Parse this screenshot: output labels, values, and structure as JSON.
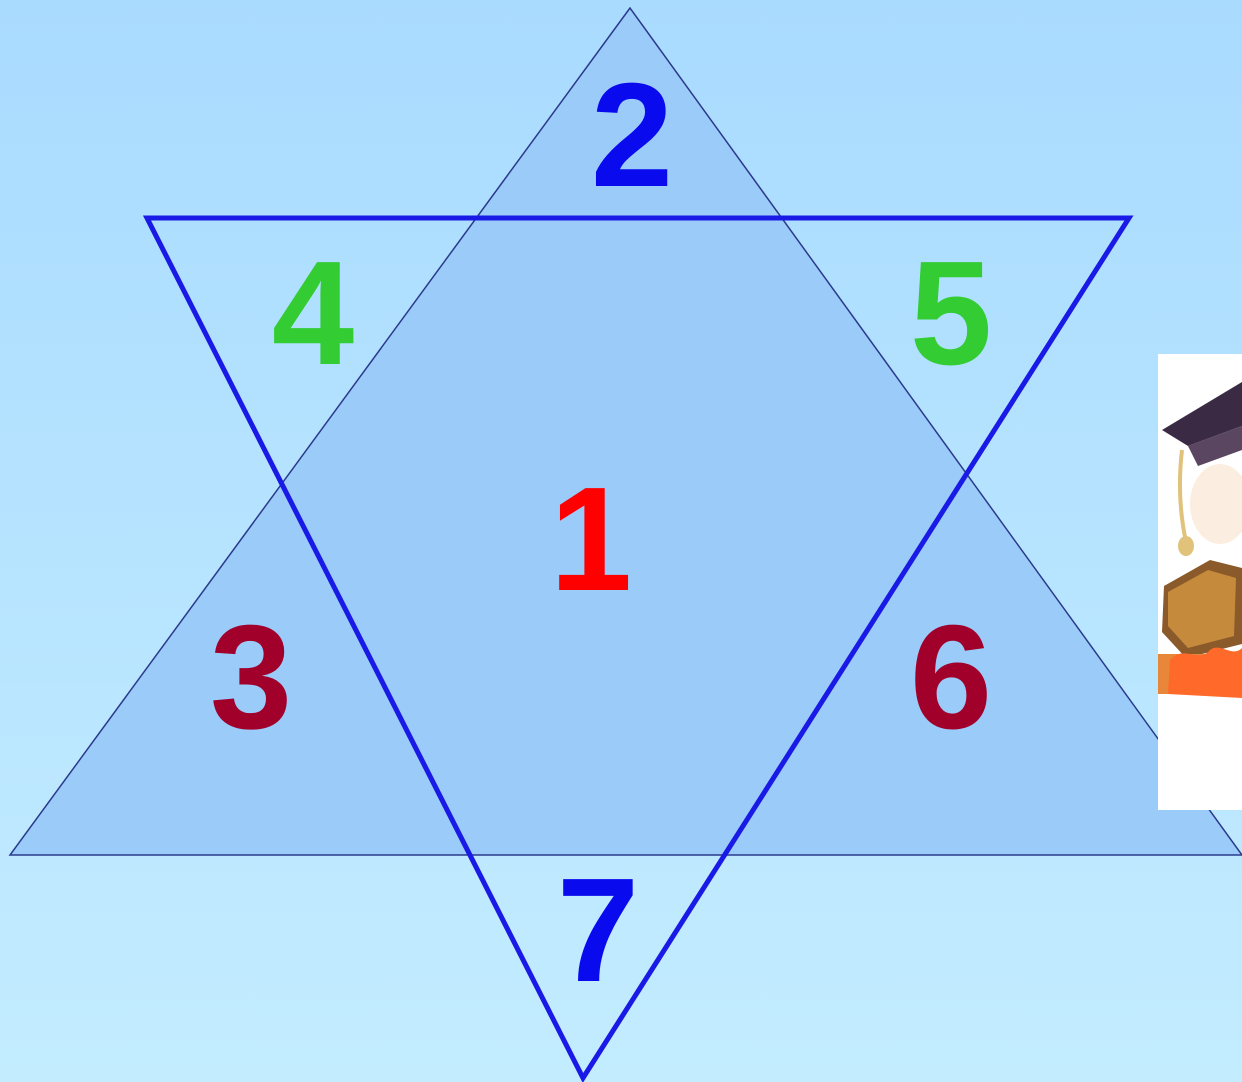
{
  "colors": {
    "background_top": "#a9dbff",
    "background_bottom": "#c3ecff",
    "triangle_fill": "#9bcbf9",
    "upward_triangle_stroke": "#2a3a8c",
    "downward_triangle_stroke": "#1a1ae6",
    "center": "#ff0000",
    "top_bottom": "#0a0aee",
    "upper_sides": "#33cc33",
    "lower_sides": "#a1002a"
  },
  "regions": {
    "center": "1",
    "top": "2",
    "lower_left": "3",
    "upper_left": "4",
    "upper_right": "5",
    "lower_right": "6",
    "bottom": "7"
  },
  "decor": {
    "clipart_icon": "graduation-cap-and-books-icon"
  }
}
